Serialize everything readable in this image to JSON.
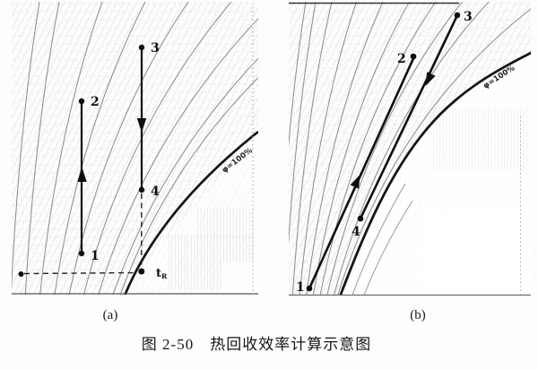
{
  "caption": "图 2-50　热回收效率计算示意图",
  "panel_a": {
    "label": "(a)",
    "point1": "1",
    "point2": "2",
    "point3": "3",
    "point4": "4",
    "t_r_main": "t",
    "t_r_sub": "R",
    "saturation_label": "φ=100%"
  },
  "panel_b": {
    "label": "(b)",
    "point1": "1",
    "point2": "2",
    "point3": "3",
    "point4": "4",
    "saturation_label": "φ=100%"
  },
  "colors": {
    "ink": "#151515",
    "curve_gray": "#8f8f8f",
    "hatch_gray": "#c6c6c6"
  }
}
